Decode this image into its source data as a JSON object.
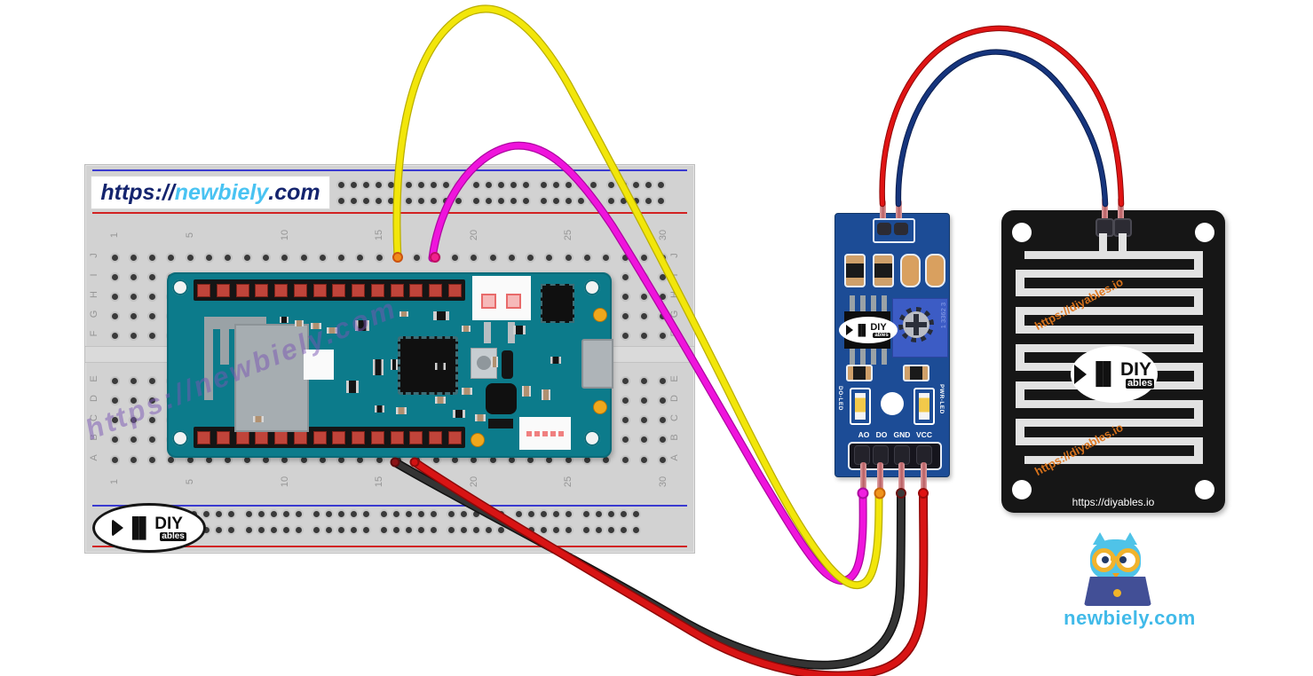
{
  "colors": {
    "breadboard": "#d2d2d2",
    "rail_blue": "#3b3bd0",
    "rail_red": "#d22222",
    "mkr_teal": "#0c7b8b",
    "module_blue": "#1c4c96",
    "trimpot_blue": "#3c5cc5",
    "plate_black": "#161616",
    "trace_gray": "#e2e2e2",
    "brand_dark": "#14246e",
    "brand_light": "#49c3f2",
    "mascot_blue": "#41bae9",
    "watermark_purple": "#7a55b4",
    "plate_watermark_orange": "#e0761c"
  },
  "header_label": {
    "prefix": "https://",
    "brand": "newbiely",
    "suffix": ".com"
  },
  "watermark_text": "https://newbiely.com",
  "brand_logo": {
    "diy": "DIY",
    "ables": "ables"
  },
  "breadboard": {
    "column_numbers": [
      "1",
      "5",
      "10",
      "15",
      "20",
      "25",
      "30"
    ],
    "column_indices": [
      1,
      5,
      10,
      15,
      20,
      25,
      30
    ],
    "row_letters_top": [
      "J",
      "I",
      "H",
      "G",
      "F"
    ],
    "row_letters_bottom": [
      "E",
      "D",
      "C",
      "B",
      "A"
    ]
  },
  "sensor_module": {
    "pin_labels": [
      "AO",
      "DO",
      "GND",
      "VCC"
    ],
    "led_left": "DO-LED",
    "led_right": "PWR-LED",
    "trimpot_text": "1 3362 3"
  },
  "rain_plate": {
    "watermark_1": "https://diyables.io",
    "watermark_2": "https://diyables.io",
    "footer_url": "https://diyables.io"
  },
  "mascot": {
    "site": "newbiely.com"
  },
  "wires": [
    {
      "id": "plate-blue",
      "color": "dark-blue",
      "hex": "#16357d",
      "outline": "#0a1d4e",
      "from": "sensor top-right pin",
      "to": "rain plate left pin"
    },
    {
      "id": "plate-red",
      "color": "red",
      "hex": "#e01414",
      "outline": "#8e0808",
      "from": "sensor top-left pin",
      "to": "rain plate right pin"
    },
    {
      "id": "ao",
      "color": "magenta",
      "hex": "#ef14dc",
      "outline": "#ad07a0",
      "from": "sensor AO",
      "to": "breadboard column 18 row J"
    },
    {
      "id": "do",
      "color": "yellow",
      "hex": "#f2e60a",
      "outline": "#b9ae00",
      "from": "sensor DO",
      "to": "breadboard column 16 row J"
    },
    {
      "id": "gnd",
      "color": "black",
      "hex": "#343434",
      "outline": "#121212",
      "from": "sensor GND",
      "to": "breadboard column 16 row A"
    },
    {
      "id": "vcc",
      "color": "red",
      "hex": "#d81414",
      "outline": "#8e0808",
      "from": "sensor VCC",
      "to": "breadboard column 17 row A"
    }
  ]
}
